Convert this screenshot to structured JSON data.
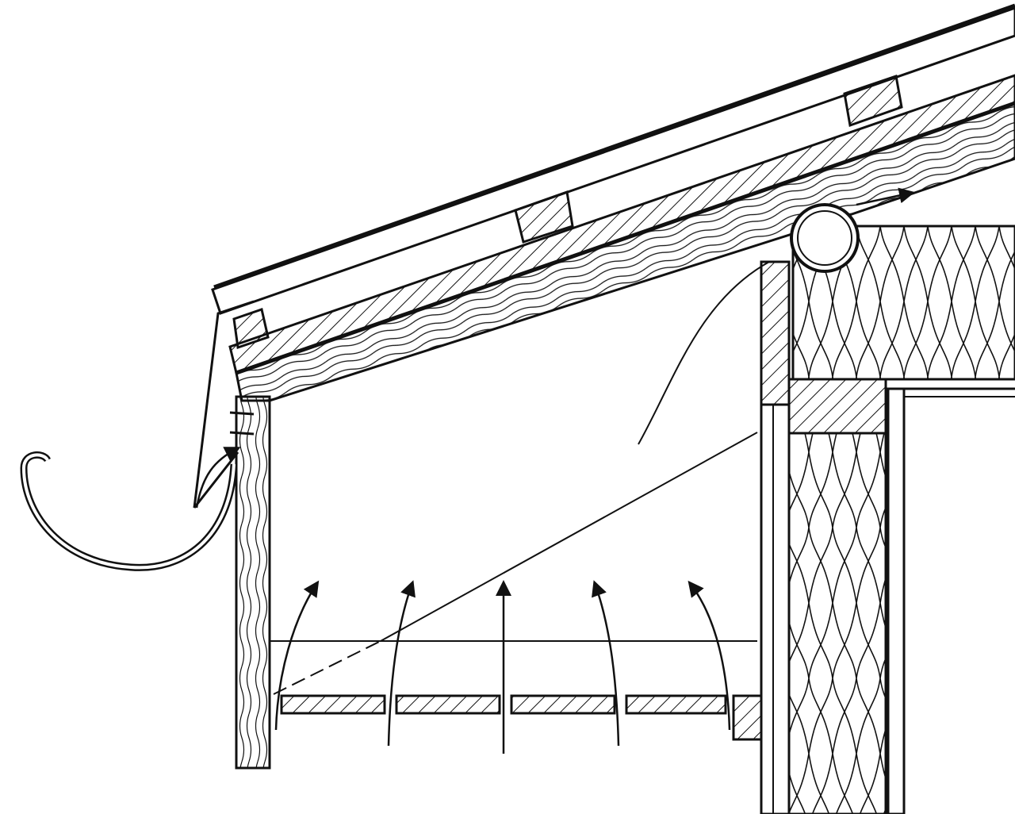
{
  "diagram": {
    "colors": {
      "ink": "#111111",
      "paper": "#ffffff"
    },
    "elements": [
      "roof-covering",
      "battens",
      "sarking-boards",
      "rafter",
      "fascia-board",
      "gutter",
      "ventilation-pipe",
      "ceiling-insulation",
      "wall-insulation",
      "wall-studs",
      "soffit-vent-slats",
      "airflow-arrows"
    ]
  }
}
